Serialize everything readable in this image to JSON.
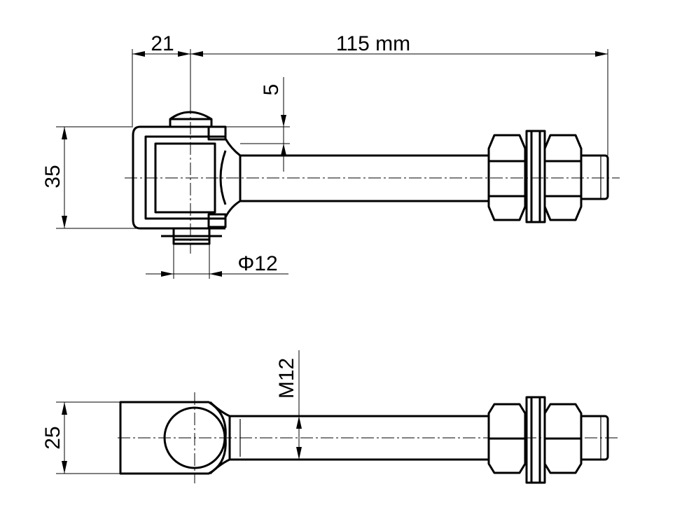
{
  "dimensions": {
    "eye_offset": "21",
    "total_length": "115 mm",
    "wall": "5",
    "height_top": "35",
    "pin_diameter": "Φ12",
    "thread": "M12",
    "height_bottom": "25"
  },
  "colors": {
    "line": "#000000",
    "background": "#ffffff"
  }
}
